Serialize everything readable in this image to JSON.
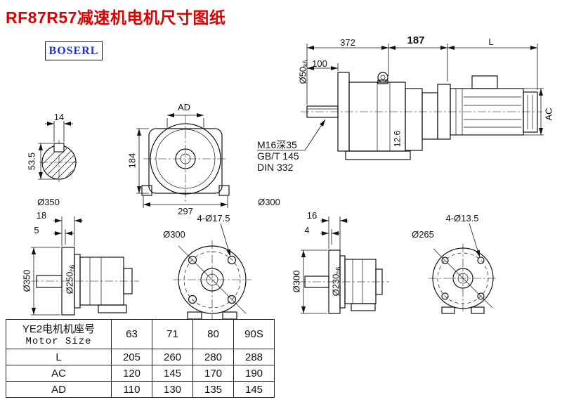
{
  "page": {
    "title": "RF87R57减速机电机尺寸图纸",
    "brand": "BOSERL"
  },
  "dims": {
    "top_372": "372",
    "top_187": "187",
    "top_L": "L",
    "top_100": "100",
    "shaft_fit": {
      "main": "Ø50",
      "sub": "k6"
    },
    "motor_ac": "AC",
    "thread_note1": "M16深35",
    "thread_note2": "GB/T 145",
    "thread_note3": "DIN 332",
    "foot_12_6": "12.6",
    "key_width": "14",
    "key_height": "53.5",
    "flange_350_left": "Ø350",
    "front_ad": "AD",
    "front_184": "184",
    "front_297": "297",
    "flange_300_mid": "Ø300",
    "bl_18": "18",
    "bl_5": "5",
    "bl_flange_od": "Ø350",
    "bl_spigot": {
      "main": "Ø250",
      "sub": "h6"
    },
    "bl_bolt_circle": "Ø300",
    "bl_holes": "4-Ø17.5",
    "br_16": "16",
    "br_4": "4",
    "br_flange_od": "Ø300",
    "br_spigot": {
      "main": "Ø230",
      "sub": "h6"
    },
    "br_bolt_circle": "Ø265",
    "br_holes": "4-Ø13.5"
  },
  "table": {
    "header_cn": "YE2电机机座号",
    "header_en": "Motor Size",
    "sizes": [
      "63",
      "71",
      "80",
      "90S"
    ],
    "rows": [
      {
        "label": "L",
        "values": [
          "205",
          "260",
          "280",
          "288"
        ]
      },
      {
        "label": "AC",
        "values": [
          "120",
          "145",
          "170",
          "190"
        ]
      },
      {
        "label": "AD",
        "values": [
          "110",
          "130",
          "135",
          "145"
        ]
      }
    ]
  }
}
